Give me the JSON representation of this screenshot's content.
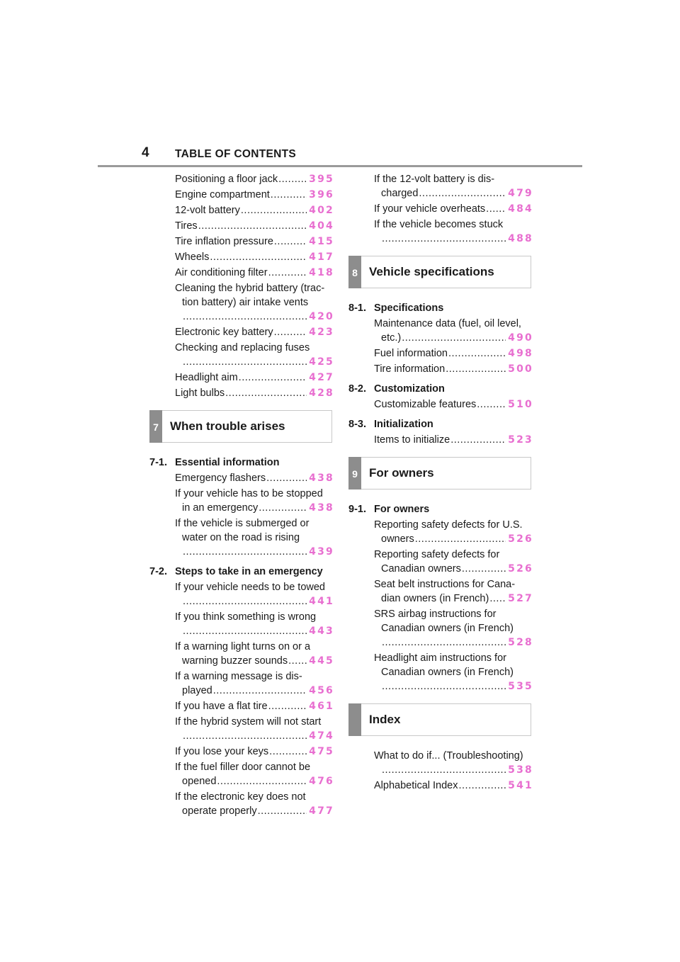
{
  "page": {
    "number": "4",
    "title": "TABLE OF CONTENTS"
  },
  "left_top": [
    {
      "lines": [
        "Positioning a floor jack"
      ],
      "page": "395"
    },
    {
      "lines": [
        "Engine compartment"
      ],
      "page": "396"
    },
    {
      "lines": [
        "12-volt battery"
      ],
      "page": "402"
    },
    {
      "lines": [
        "Tires"
      ],
      "page": "404"
    },
    {
      "lines": [
        "Tire inflation pressure"
      ],
      "page": "415"
    },
    {
      "lines": [
        "Wheels"
      ],
      "page": "417"
    },
    {
      "lines": [
        "Air conditioning filter"
      ],
      "page": "418"
    },
    {
      "lines": [
        "Cleaning the hybrid battery (trac-",
        "tion battery) air intake vents",
        ""
      ],
      "page": "420"
    },
    {
      "lines": [
        "Electronic key battery"
      ],
      "page": "423"
    },
    {
      "lines": [
        "Checking and replacing fuses",
        ""
      ],
      "page": "425"
    },
    {
      "lines": [
        "Headlight aim"
      ],
      "page": "427"
    },
    {
      "lines": [
        "Light bulbs"
      ],
      "page": "428"
    }
  ],
  "chapter7": {
    "num": "7",
    "title": "When trouble arises"
  },
  "sec_7_1": {
    "num": "7-1.",
    "title": "Essential information"
  },
  "sec_7_1_items": [
    {
      "lines": [
        "Emergency flashers"
      ],
      "page": "438"
    },
    {
      "lines": [
        "If your vehicle has to be stopped",
        "in an emergency"
      ],
      "page": "438"
    },
    {
      "lines": [
        "If the vehicle is submerged or",
        "water on the road is rising",
        ""
      ],
      "page": "439"
    }
  ],
  "sec_7_2": {
    "num": "7-2.",
    "title": "Steps to take in an emergency"
  },
  "sec_7_2_items": [
    {
      "lines": [
        "If your vehicle needs to be towed",
        ""
      ],
      "page": "441"
    },
    {
      "lines": [
        "If you think something is wrong",
        ""
      ],
      "page": "443"
    },
    {
      "lines": [
        "If a warning light turns on or a",
        "warning buzzer sounds"
      ],
      "page": "445"
    },
    {
      "lines": [
        "If a warning message is dis-",
        "played"
      ],
      "page": "456"
    },
    {
      "lines": [
        "If you have a flat tire"
      ],
      "page": "461"
    },
    {
      "lines": [
        "If the hybrid system will not start",
        ""
      ],
      "page": "474"
    },
    {
      "lines": [
        "If you lose your keys"
      ],
      "page": "475"
    },
    {
      "lines": [
        "If the fuel filler door cannot be",
        "opened"
      ],
      "page": "476"
    },
    {
      "lines": [
        "If the electronic key does not",
        "operate properly"
      ],
      "page": "477"
    }
  ],
  "right_top": [
    {
      "lines": [
        "If the 12-volt battery is dis-",
        "charged"
      ],
      "page": "479"
    },
    {
      "lines": [
        "If your vehicle overheats"
      ],
      "page": "484"
    },
    {
      "lines": [
        "If the vehicle becomes stuck",
        ""
      ],
      "page": "488"
    }
  ],
  "chapter8": {
    "num": "8",
    "title": "Vehicle specifications"
  },
  "sec_8_1": {
    "num": "8-1.",
    "title": "Specifications"
  },
  "sec_8_1_items": [
    {
      "lines": [
        "Maintenance data (fuel, oil level,",
        "etc.)"
      ],
      "page": "490"
    },
    {
      "lines": [
        "Fuel information"
      ],
      "page": "498"
    },
    {
      "lines": [
        "Tire information"
      ],
      "page": "500"
    }
  ],
  "sec_8_2": {
    "num": "8-2.",
    "title": "Customization"
  },
  "sec_8_2_items": [
    {
      "lines": [
        "Customizable features"
      ],
      "page": "510"
    }
  ],
  "sec_8_3": {
    "num": "8-3.",
    "title": "Initialization"
  },
  "sec_8_3_items": [
    {
      "lines": [
        "Items to initialize"
      ],
      "page": "523"
    }
  ],
  "chapter9": {
    "num": "9",
    "title": "For owners"
  },
  "sec_9_1": {
    "num": "9-1.",
    "title": "For owners"
  },
  "sec_9_1_items": [
    {
      "lines": [
        "Reporting safety defects for U.S.",
        "owners"
      ],
      "page": "526"
    },
    {
      "lines": [
        "Reporting safety defects for",
        "Canadian owners"
      ],
      "page": "526"
    },
    {
      "lines": [
        "Seat belt instructions for Cana-",
        "dian owners (in French)"
      ],
      "page": "527"
    },
    {
      "lines": [
        "SRS airbag instructions for",
        "Canadian owners (in French)",
        ""
      ],
      "page": "528"
    },
    {
      "lines": [
        "Headlight aim instructions for",
        "Canadian owners (in French)",
        ""
      ],
      "page": "535"
    }
  ],
  "chapter_index": {
    "num": "",
    "title": "Index"
  },
  "index_items": [
    {
      "lines": [
        "What to do if... (Troubleshooting)",
        ""
      ],
      "page": "538"
    },
    {
      "lines": [
        "Alphabetical Index"
      ],
      "page": "541"
    }
  ],
  "colors": {
    "page_link": "#e86fd0",
    "tab": "#8d8d8d",
    "rule": "#9a9a9a"
  }
}
